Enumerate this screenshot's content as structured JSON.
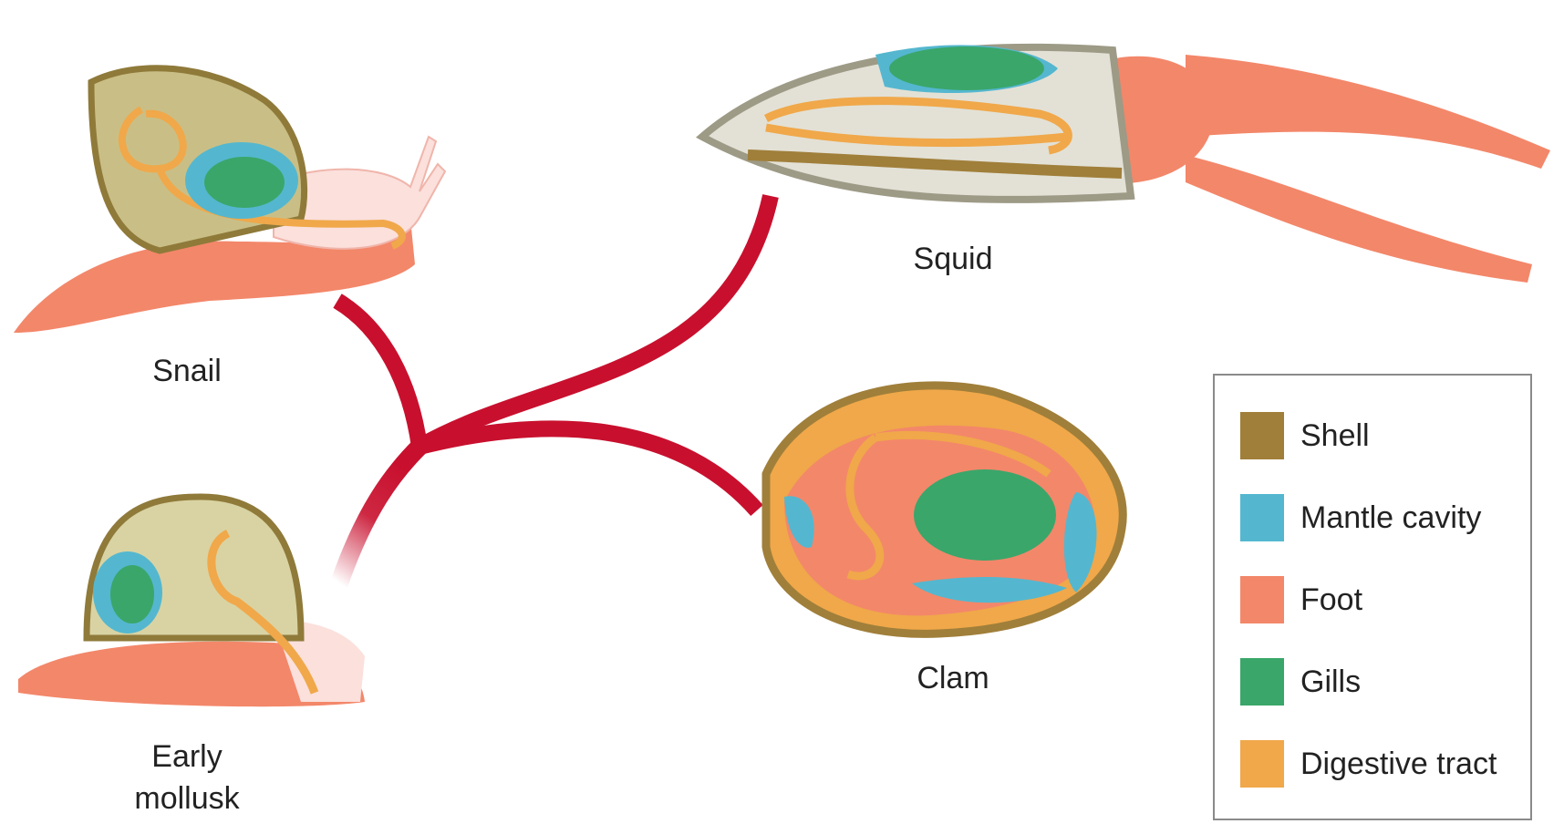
{
  "labels": {
    "snail": "Snail",
    "squid": "Squid",
    "clam": "Clam",
    "early_line1": "Early",
    "early_line2": "mollusk"
  },
  "legend": [
    {
      "label": "Shell",
      "color": "#a07f3a"
    },
    {
      "label": "Mantle cavity",
      "color": "#54b7cf"
    },
    {
      "label": "Foot",
      "color": "#f3876a"
    },
    {
      "label": "Gills",
      "color": "#3aa66a"
    },
    {
      "label": "Digestive tract",
      "color": "#f0a84a"
    }
  ],
  "colors": {
    "branch": "#c8102e",
    "shell": "#a07f3a",
    "mantle": "#54b7cf",
    "foot": "#f3876a",
    "gills": "#3aa66a",
    "digestive": "#f0a84a"
  }
}
